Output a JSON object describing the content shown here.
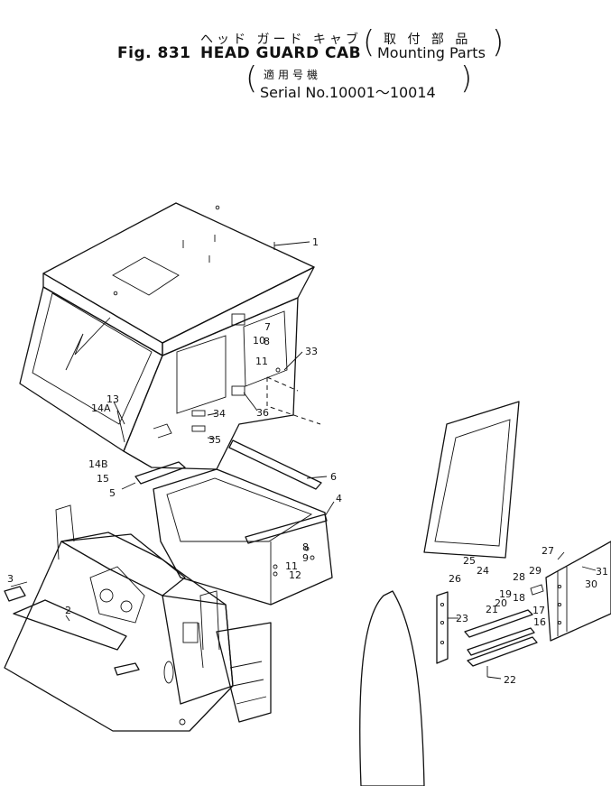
{
  "header": {
    "fig_label": "Fig. 831",
    "title_jp": "ヘッド ガード キャブ",
    "title_en": "HEAD GUARD CAB",
    "subtitle_jp": "取 付 部 品",
    "subtitle_en": "Mounting Parts",
    "serial_jp": "適用号機",
    "serial_en": "Serial No.10001～10014"
  },
  "callouts": [
    "1",
    "2",
    "3",
    "4",
    "5",
    "6",
    "7",
    "8",
    "9",
    "10",
    "11",
    "12",
    "13",
    "14A",
    "14B",
    "15",
    "16",
    "17",
    "18",
    "19",
    "20",
    "21",
    "22",
    "23",
    "24",
    "25",
    "26",
    "27",
    "28",
    "29",
    "30",
    "31",
    "33",
    "34",
    "35",
    "36"
  ]
}
